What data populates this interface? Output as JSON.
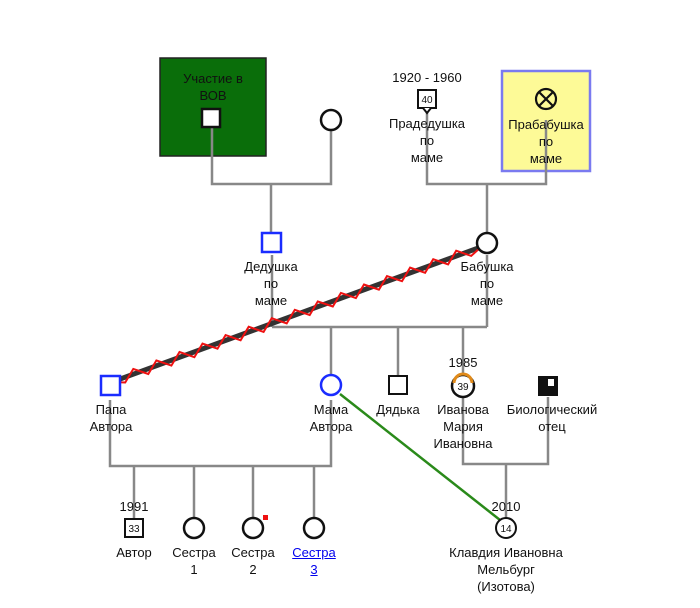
{
  "annotations": {
    "wwii": "Участие в\nВОВ",
    "great_grandma": "Прабабушка\nпо\nмаме"
  },
  "people": {
    "great_grandpa": {
      "years": "1920 - 1960",
      "age": "40",
      "label": "Прадедушка\nпо\nмаме"
    },
    "grandpa": {
      "label": "Дедушка\nпо\nмаме"
    },
    "grandma": {
      "label": "Бабушка\nпо\nмаме"
    },
    "dad": {
      "label": "Папа\nАвтора"
    },
    "mom": {
      "label": "Мама\nАвтора"
    },
    "uncle": {
      "label": "Дядька"
    },
    "maria": {
      "year": "1985",
      "age": "39",
      "label": "Иванова\nМария\nИвановна"
    },
    "bio_father": {
      "label": "Биологический\nотец"
    },
    "author": {
      "year": "1991",
      "age": "33",
      "label": "Автор"
    },
    "sister1": {
      "label": "Сестра\n1"
    },
    "sister2": {
      "label": "Сестра\n2"
    },
    "sister3": {
      "label": "Сестра\n3"
    },
    "klavdia": {
      "year": "2010",
      "age": "14",
      "label": "Клавдия Ивановна\nМельбург\n(Изотова)"
    }
  },
  "colors": {
    "line": "#888888",
    "symbol": "#111111",
    "highlight_blue": "#1a2cff",
    "wwii_fill": "#0a6e0a",
    "great_grandma_fill": "#fdfa97",
    "great_grandma_border": "#7a7af0",
    "conflict_red": "#ee1111",
    "link_green": "#2a8a1a",
    "age_ring": "#e08a1a"
  }
}
